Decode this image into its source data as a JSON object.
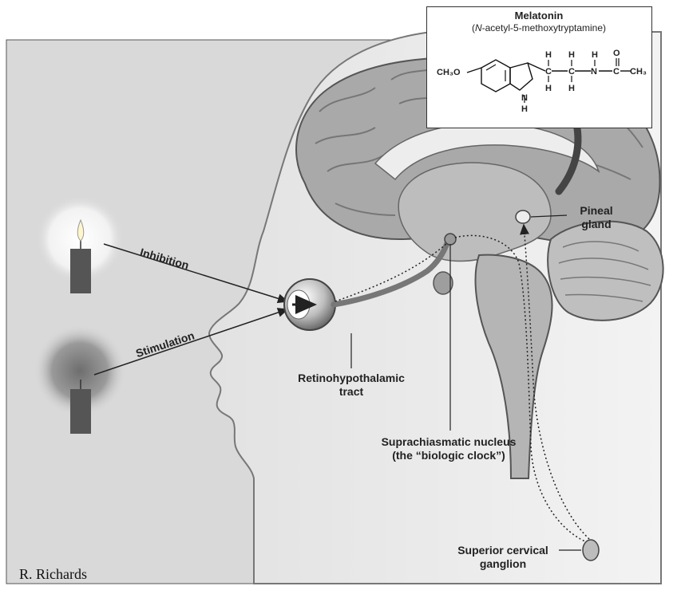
{
  "inset": {
    "title": "Melatonin",
    "subtitle_prefix": "N",
    "subtitle_rest": "-acetyl-5-methoxytryptamine",
    "methoxy": "CH₃O",
    "nh_ring": "N",
    "nh_h": "H",
    "h_top_1": "H",
    "h_top_2": "H",
    "h_bot_1": "H",
    "h_bot_2": "H",
    "c1": "C",
    "c2": "C",
    "h_nh": "H",
    "n_amide": "N",
    "o_carbonyl": "O",
    "c_carbonyl": "C",
    "ch3": "CH₃"
  },
  "labels": {
    "inhibition": "Inhibition",
    "stimulation": "Stimulation",
    "retino_line1": "Retinohypothalamic",
    "retino_line2": "tract",
    "scn_line1": "Suprachiasmatic nucleus",
    "scn_line2": "(the “biologic clock”)",
    "pineal_line1": "Pineal",
    "pineal_line2": "gland",
    "ganglion_line1": "Superior cervical",
    "ganglion_line2": "ganglion"
  },
  "credit": "R. Richards",
  "colors": {
    "panel_gray": "#d9d9d9",
    "head_light": "#ececec",
    "brain_gray": "#a9a9a9",
    "candle": "#555555",
    "line": "#222222"
  }
}
